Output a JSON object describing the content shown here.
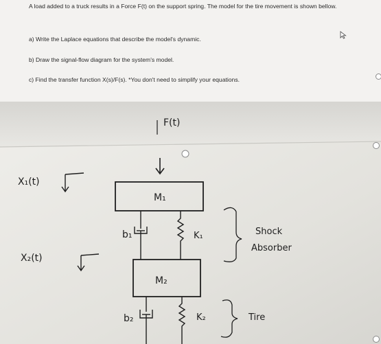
{
  "question": {
    "intro": "A load added to a truck results in a Force F(t) on the support spring. The model for the tire movement is shown bellow.",
    "part_a": "a) Write the Laplace equations that describe the model's dynamic.",
    "part_b": "b) Draw the signal-flow diagram for the system's model.",
    "part_c": "c) Find the transfer function X(s)/F(s). *You don't need to simplify your equations."
  },
  "diagram": {
    "force_label": "F(t)",
    "x1_label": "X₁(t)",
    "x2_label": "X₂(t)",
    "mass1_label": "M₁",
    "mass2_label": "M₂",
    "b1_label": "b₁",
    "b2_label": "b₂",
    "k1_label": "K₁",
    "k2_label": "K₂",
    "shock_label": "Shock",
    "absorber_label": "Absorber",
    "tire_label": "Tire"
  },
  "colors": {
    "panel_background": "#f3f2f0",
    "paper": "#e6e5e0",
    "ink": "#1e1e1e"
  },
  "icons": [
    "cursor-icon",
    "resize-handle-icon"
  ]
}
